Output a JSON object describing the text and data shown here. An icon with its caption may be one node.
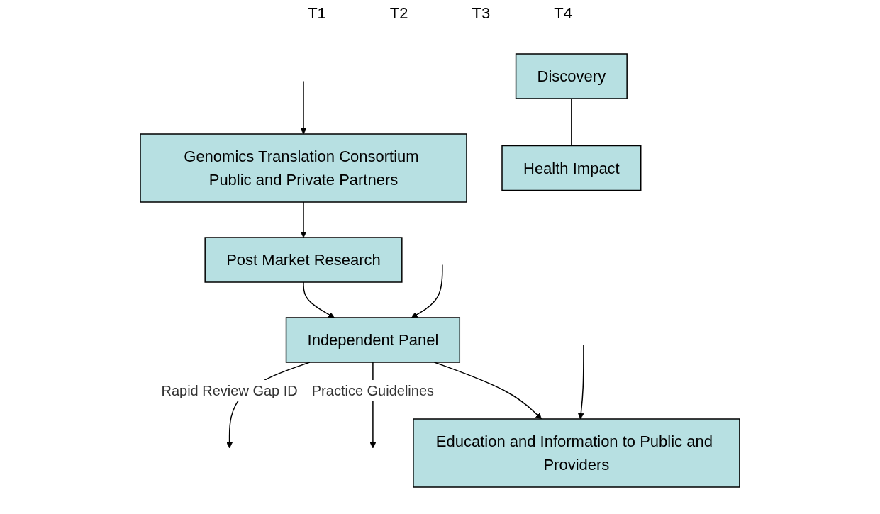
{
  "diagram": {
    "nodes": [
      {
        "text": [
          "Genomics Translation Consortium Public and Private Partners"
        ]
      },
      {
        "text": [
          "Post Market Research"
        ]
      },
      {
        "text": [
          "Discovery"
        ]
      },
      {
        "text": [
          "Health Impact"
        ]
      },
      {
        "text": [
          "Independent Panel"
        ]
      },
      {
        "text": [
          "Education and Information to Public and Providers"
        ]
      }
    ],
    "edges": [
      {
        "from": null,
        "to": 0,
        "arrow": "to"
      },
      {
        "from": 0,
        "to": 1,
        "arrow": "to"
      },
      {
        "from": 2,
        "to": 3,
        "arrow": "none"
      },
      {
        "from": 1,
        "to": 4,
        "arrow": "to"
      },
      {
        "from": 4,
        "to": null,
        "arrow": "to",
        "label": "Rapid Review Gap ID"
      },
      {
        "from": 4,
        "to": null,
        "arrow": "to",
        "label": "Practice Guidelines"
      },
      {
        "from": null,
        "to": 4,
        "arrow": "to"
      },
      {
        "from": 4,
        "to": 5,
        "arrow": "to"
      },
      {
        "from": null,
        "to": 5,
        "arrow": "to"
      }
    ],
    "labels": [
      "T1",
      "T2",
      "T3",
      "T4"
    ]
  }
}
